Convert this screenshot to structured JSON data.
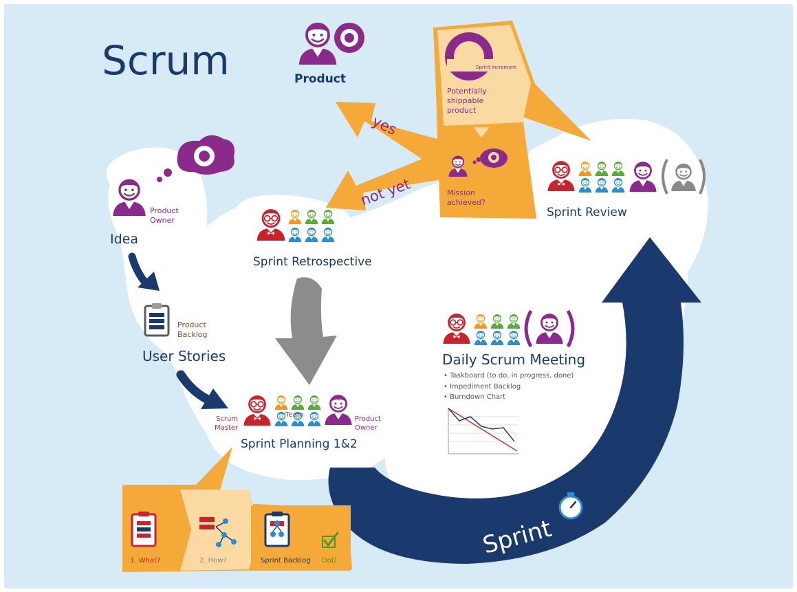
{
  "title": "Scrum",
  "product": {
    "label": "Product"
  },
  "increment": {
    "ring_label": "Sprint Increment",
    "line1": "Potentially",
    "line2": "shippable",
    "line3": "product"
  },
  "mission": {
    "line1": "Mission",
    "line2": "achieved?"
  },
  "decision": {
    "yes": "yes",
    "not_yet": "not yet"
  },
  "idea": {
    "label": "Idea",
    "role_line1": "Product",
    "role_line2": "Owner"
  },
  "user_stories": {
    "label": "User Stories",
    "tag_line1": "Product",
    "tag_line2": "Backlog"
  },
  "retrospective": {
    "label": "Sprint Retrospective"
  },
  "review": {
    "label": "Sprint Review"
  },
  "planning": {
    "label": "Sprint Planning 1&2",
    "scrum_master_line1": "Scrum",
    "scrum_master_line2": "Master",
    "team": "Team",
    "product_owner_line1": "Product",
    "product_owner_line2": "Owner"
  },
  "daily": {
    "title": "Daily Scrum Meeting",
    "bullets": [
      "• Taskboard (to do, in progress, done)",
      "• Impediment Backlog",
      "• Burndown Chart"
    ]
  },
  "sprint": {
    "label": "Sprint"
  },
  "planning_steps": {
    "what": "1. What?",
    "how": "2. How?",
    "backlog": "Sprint Backlog",
    "dod": "DoD"
  },
  "colors": {
    "background": "#d6ebf6",
    "navy": "#1a3a6e",
    "orange": "#f4a938",
    "purple": "#8a2a8a",
    "red": "#c8242c",
    "gray": "#888888",
    "team_orange": "#f39a1e",
    "team_green": "#5aab3c",
    "team_blue": "#2a8fd0"
  },
  "icons": [
    "thought-cloud-icon",
    "clipboard-icon",
    "stopwatch-icon",
    "checkmark-icon",
    "person-icon",
    "target-icon"
  ]
}
